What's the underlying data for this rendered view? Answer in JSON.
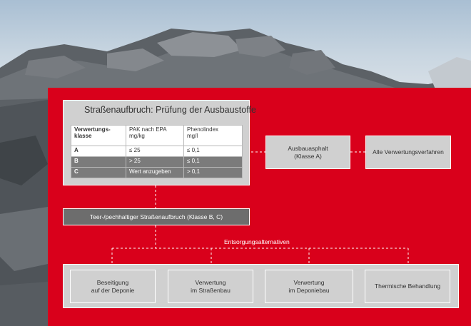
{
  "diagram": {
    "title": "Straßenaufbruch: Prüfung der Ausbaustoffe",
    "table": {
      "headers": [
        "Verwertungs-\nklasse",
        "PAK nach EPA\nmg/kg",
        "Phenolindex\nmg/l"
      ],
      "rows": [
        [
          "A",
          "≤ 25",
          "≤ 0,1"
        ],
        [
          "B",
          "> 25",
          "≤ 0,1"
        ],
        [
          "C",
          "Wert anzugeben",
          "> 0,1"
        ]
      ]
    },
    "node_ausbauasphalt": "Ausbauasphalt\n(Klasse A)",
    "node_alle": "Alle Verwertungsverfahren",
    "node_teer": "Teer-/pechhaltiger Straßenaufbruch (Klasse B, C)",
    "entsorgung_label": "Entsorgungsalternativen",
    "alternatives": [
      "Beseitigung\nauf der Deponie",
      "Verwertung\nim Straßenbau",
      "Verwertung\nim Deponiebau",
      "Thermische Behandlung"
    ]
  },
  "colors": {
    "panel_red": "#d9001b",
    "box_gray": "#d0d0d0",
    "dark_gray": "#6d6d6d"
  }
}
